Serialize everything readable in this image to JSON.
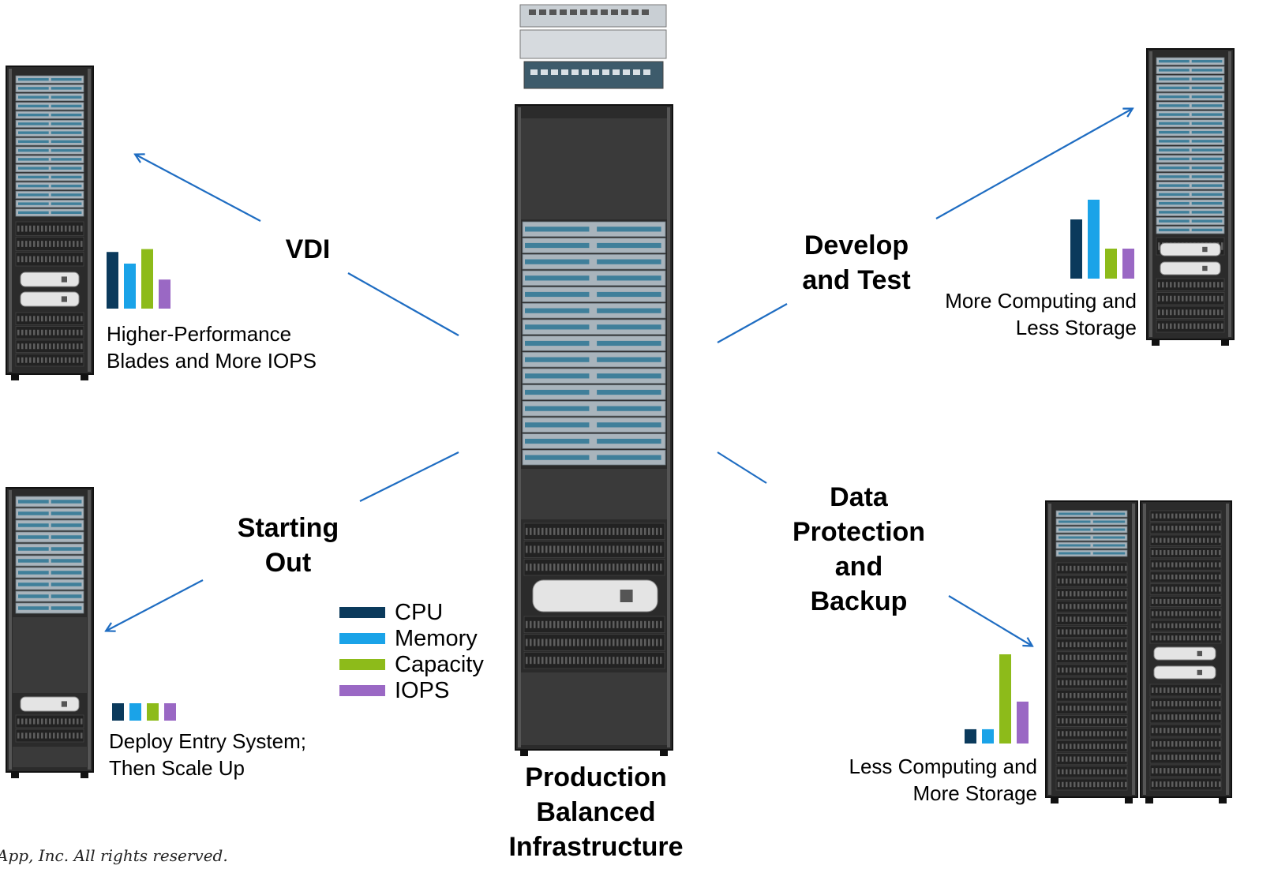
{
  "center": {
    "title": [
      "Production",
      "Balanced",
      "Infrastructure"
    ]
  },
  "scenarios": {
    "vdi": {
      "title": [
        "VDI"
      ],
      "caption": [
        "Higher-Performance",
        "Blades and More IOPS"
      ],
      "bars": [
        0.78,
        0.62,
        0.82,
        0.4
      ]
    },
    "dev": {
      "title": [
        "Develop",
        "and Test"
      ],
      "caption": [
        "More Computing and",
        "Less Storage"
      ],
      "bars": [
        0.75,
        1.0,
        0.38,
        0.38
      ]
    },
    "start": {
      "title": [
        "Starting",
        "Out"
      ],
      "caption": [
        "Deploy Entry System;",
        "Then Scale Up"
      ],
      "bars": [
        0.25,
        0.25,
        0.25,
        0.25
      ]
    },
    "data": {
      "title": [
        "Data",
        "Protection",
        "and",
        "Backup"
      ],
      "caption": [
        "Less Computing and",
        "More Storage"
      ],
      "bars": [
        0.16,
        0.16,
        1.0,
        0.47
      ]
    }
  },
  "legend": [
    {
      "label": "CPU",
      "color": "#0b3a5c"
    },
    {
      "label": "Memory",
      "color": "#1aa3e8"
    },
    {
      "label": "Capacity",
      "color": "#8dbb1a"
    },
    {
      "label": "IOPS",
      "color": "#9a68c4"
    }
  ],
  "colors": {
    "arrow": "#1f6dc2",
    "rack": "#2c2c2c",
    "rack_dark": "#1a1a1a",
    "blade": "#9aa7b0"
  },
  "footer": {
    "copyright": "App, Inc. All rights reserved."
  }
}
